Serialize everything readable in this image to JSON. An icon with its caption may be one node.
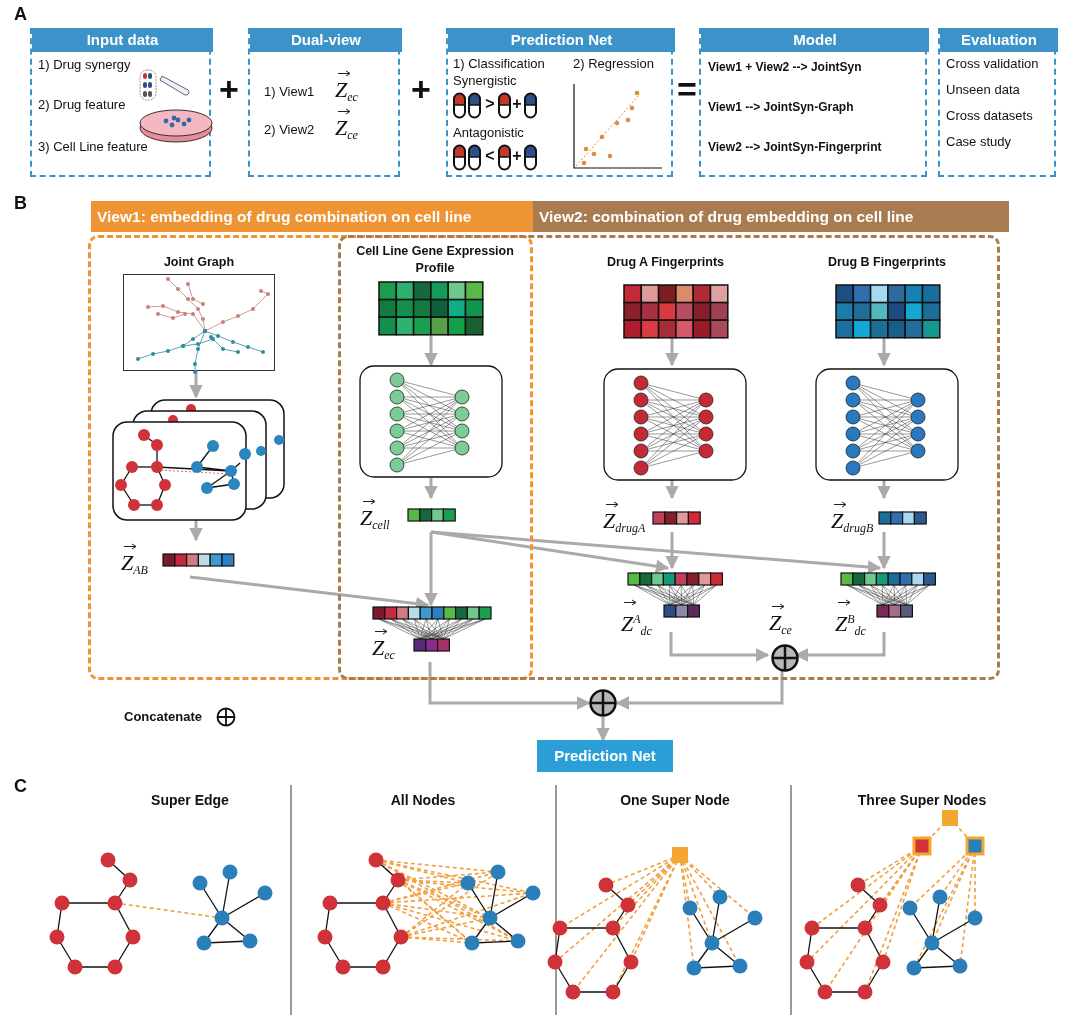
{
  "diagram": {
    "nodes": [
      {
        "text": [
          "Input data",
          "1) Drug synergy",
          "2) Drug feature",
          "3) Cell Line feature"
        ]
      },
      {
        "text": [
          "Dual-view",
          "1) View1",
          "Z$_{ec}$",
          "2) View2",
          "Z$_{ce}$"
        ]
      },
      {
        "text": [
          "Prediction Net",
          "1) Classification",
          "Synergistic",
          ">",
          "+",
          "Antagonistic",
          "<",
          "+",
          "2) Regression"
        ]
      },
      {
        "text": [
          "Model",
          "View1 + View2 --> JointSyn",
          "View1 --> JointSyn-Graph",
          "View2 --> JointSyn-Fingerprint"
        ]
      },
      {
        "text": [
          "Evaluation",
          "Cross validation",
          "Unseen data",
          "Cross datasets",
          "Case study"
        ]
      },
      {
        "text": [
          "View1: embedding of drug combination on cell line"
        ]
      },
      {
        "text": [
          "View2: combination of drug embedding on cell line"
        ]
      },
      {
        "text": [
          "Joint Graph"
        ],
        "in": 5
      },
      {
        "text": [],
        "shape": "picture",
        "in": 5
      },
      {
        "text": [
          "Z$_{AB}$"
        ],
        "in": 5
      },
      {
        "text": [
          "Cell Line Gene Expression Profile"
        ]
      },
      {
        "text": [],
        "shape": "picture"
      },
      {
        "text": [
          "Z$_{cell}$"
        ]
      },
      {
        "text": [
          "Z$_{ec}$"
        ]
      },
      {
        "text": [
          "Drug A Fingerprints"
        ],
        "in": 6
      },
      {
        "text": [],
        "shape": "picture",
        "in": 6
      },
      {
        "text": [
          "Z$_{drugA}$"
        ],
        "in": 6
      },
      {
        "text": [
          "Drug B Fingerprints"
        ],
        "in": 6
      },
      {
        "text": [],
        "shape": "picture",
        "in": 6
      },
      {
        "text": [
          "Z$_{drugB}$"
        ],
        "in": 6
      },
      {
        "text": [
          "Z$^{A}$$_{dc}$"
        ],
        "in": 6
      },
      {
        "text": [
          "Z$^{B}$$_{dc}$"
        ],
        "in": 6
      },
      {
        "text": [],
        "shape": "circle",
        "in": 6,
        "beside": [
          "Z$_{ce}$"
        ]
      },
      {
        "text": [],
        "shape": "circle"
      },
      {
        "text": [
          "Prediction Net"
        ]
      }
    ],
    "edges": [
      {
        "from": 7,
        "to": 8,
        "arrow": "to"
      },
      {
        "from": 8,
        "to": 9,
        "arrow": "to"
      },
      {
        "from": 9,
        "to": 13,
        "arrow": "to"
      },
      {
        "from": 10,
        "to": 11,
        "arrow": "to"
      },
      {
        "from": 11,
        "to": 12,
        "arrow": "to"
      },
      {
        "from": 12,
        "to": 13,
        "arrow": "to"
      },
      {
        "from": 12,
        "to": 20,
        "arrow": "to"
      },
      {
        "from": 12,
        "to": 21,
        "arrow": "to"
      },
      {
        "from": 14,
        "to": 15,
        "arrow": "to"
      },
      {
        "from": 15,
        "to": 16,
        "arrow": "to"
      },
      {
        "from": 16,
        "to": 20,
        "arrow": "to"
      },
      {
        "from": 17,
        "to": 18,
        "arrow": "to"
      },
      {
        "from": 18,
        "to": 19,
        "arrow": "to"
      },
      {
        "from": 19,
        "to": 21,
        "arrow": "to"
      },
      {
        "from": 20,
        "to": 22,
        "arrow": "to"
      },
      {
        "from": 21,
        "to": 22,
        "arrow": "to"
      },
      {
        "from": 13,
        "to": 23,
        "arrow": "to"
      },
      {
        "from": 22,
        "to": 23,
        "arrow": "to"
      },
      {
        "from": 23,
        "to": 24,
        "arrow": "to"
      }
    ],
    "labels": [
      "A",
      "+",
      "+",
      "=",
      "B",
      "C",
      "Super Edge",
      "All Nodes",
      "One Super Node",
      "Three Super Nodes"
    ],
    "legend": [
      {
        "text": "Concatenate"
      }
    ]
  }
}
